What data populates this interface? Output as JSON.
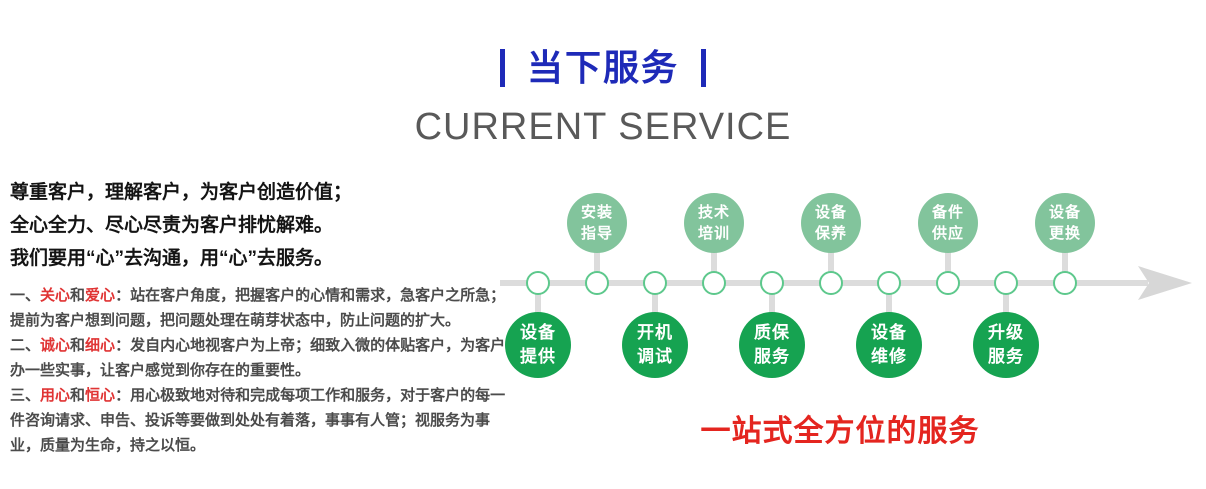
{
  "header": {
    "title_cn": "当下服务",
    "title_en": "CURRENT SERVICE"
  },
  "intro": {
    "line1": "尊重客户，理解客户，为客户创造价值；",
    "line2": "全心全力、尽心尽责为客户排忧解难。",
    "line3": "我们要用“心”去沟通，用“心”去服务。"
  },
  "principles": [
    {
      "num": "一、",
      "kw1": "关心",
      "conj": "和",
      "kw2": "爱心",
      "body": "：站在客户角度，把握客户的心情和需求，急客户之所急；提前为客户想到问题，把问题处理在萌芽状态中，防止问题的扩大。"
    },
    {
      "num": "二、",
      "kw1": "诚心",
      "conj": "和",
      "kw2": "细心",
      "body": "：发自内心地视客户为上帝；细致入微的体贴客户，为客户办一些实事，让客户感觉到你存在的重要性。"
    },
    {
      "num": "三、",
      "kw1": "用心",
      "conj": "和",
      "kw2": "恒心",
      "body": "：用心极致地对待和完成每项工作和服务，对于客户的每一件咨询请求、申告、投诉等要做到处处有着落，事事有人管；视服务为事业，质量为生命，持之以恒。"
    }
  ],
  "timeline": {
    "top_services": [
      {
        "line1": "安装",
        "line2": "指导"
      },
      {
        "line1": "技术",
        "line2": "培训"
      },
      {
        "line1": "设备",
        "line2": "保养"
      },
      {
        "line1": "备件",
        "line2": "供应"
      },
      {
        "line1": "设备",
        "line2": "更换"
      }
    ],
    "bottom_services": [
      {
        "line1": "设备",
        "line2": "提供"
      },
      {
        "line1": "开机",
        "line2": "调试"
      },
      {
        "line1": "质保",
        "line2": "服务"
      },
      {
        "line1": "设备",
        "line2": "维修"
      },
      {
        "line1": "升级",
        "line2": "服务"
      }
    ],
    "slogan": "一站式全方位的服务"
  },
  "colors": {
    "title_blue": "#1e2ab8",
    "subtitle_gray": "#595959",
    "top_circle_green": "#82c49c",
    "bottom_circle_green": "#16a351",
    "node_border_green": "#5dc88c",
    "line_gray": "#dcdcdc",
    "keyword_red": "#e03434",
    "slogan_red": "#e4251f"
  }
}
